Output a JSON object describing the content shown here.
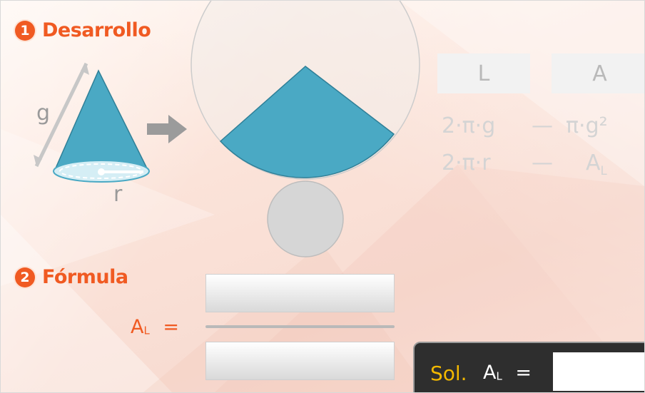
{
  "section1": {
    "number": "1",
    "title": "Desarrollo"
  },
  "section2": {
    "number": "2",
    "title": "Fórmula"
  },
  "cone": {
    "slant_label": "g",
    "radius_label": "r"
  },
  "table": {
    "headers": [
      "L",
      "A"
    ],
    "rows": [
      {
        "left": "2·π·g",
        "dash": "—",
        "right": "π·g²"
      },
      {
        "left": "2·π·r",
        "dash": "—",
        "right": "A",
        "right_sub": "L"
      }
    ]
  },
  "formula": {
    "lhs": "A",
    "lhs_sub": "L",
    "equals": "=",
    "numerator_value": "",
    "denominator_value": ""
  },
  "solution": {
    "word": "Sol.",
    "lhs": "A",
    "lhs_sub": "L",
    "equals": "=",
    "value": ""
  },
  "colors": {
    "accent": "#f05a22",
    "cone_fill": "#4aa9c4",
    "solution_label": "#f2b800",
    "panel_bg": "#2e2e2e"
  },
  "icons": [
    "arrow-right-icon",
    "double-arrow-icon"
  ]
}
